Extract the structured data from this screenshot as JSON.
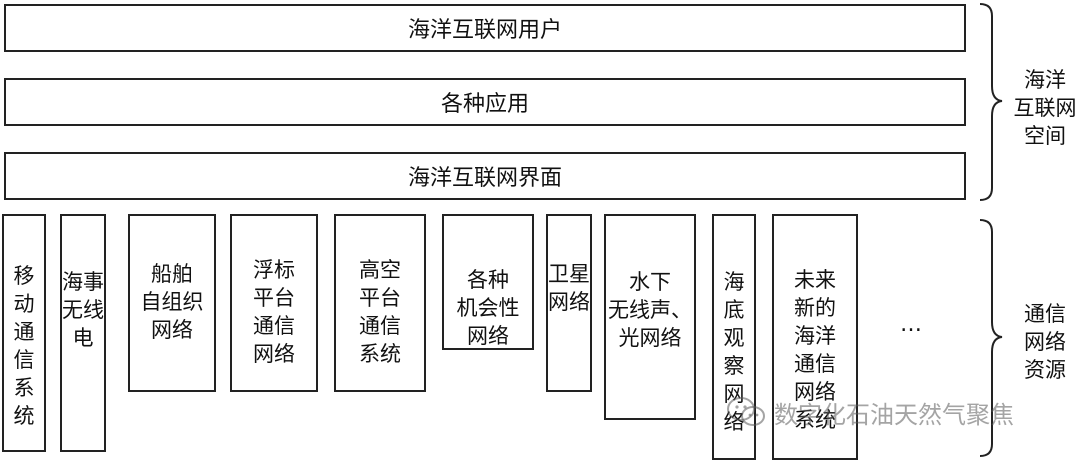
{
  "space_layers": [
    {
      "label": "海洋互联网用户"
    },
    {
      "label": "各种应用"
    },
    {
      "label": "海洋互联网界面"
    }
  ],
  "networks": [
    {
      "label": "移动\n通信\n系统"
    },
    {
      "label": "海事\n无线电"
    },
    {
      "label": "船舶\n自组织\n网络"
    },
    {
      "label": "浮标\n平台\n通信\n网络"
    },
    {
      "label": "高空\n平台\n通信\n系统"
    },
    {
      "label": "各种\n机会性\n网络"
    },
    {
      "label": "卫星\n网络"
    },
    {
      "label": "水下\n无线声、\n光网络"
    },
    {
      "label": "海底\n观察\n网络"
    },
    {
      "label": "未来\n新的\n海洋\n通信\n网络\n系统"
    }
  ],
  "ellipsis": "…",
  "side_labels": {
    "space": "海洋\n互联网\n空间",
    "resources": "通信\n网络\n资源"
  },
  "watermark": {
    "text": "数字化石油天然气聚焦",
    "icon": "wechat-icon"
  }
}
